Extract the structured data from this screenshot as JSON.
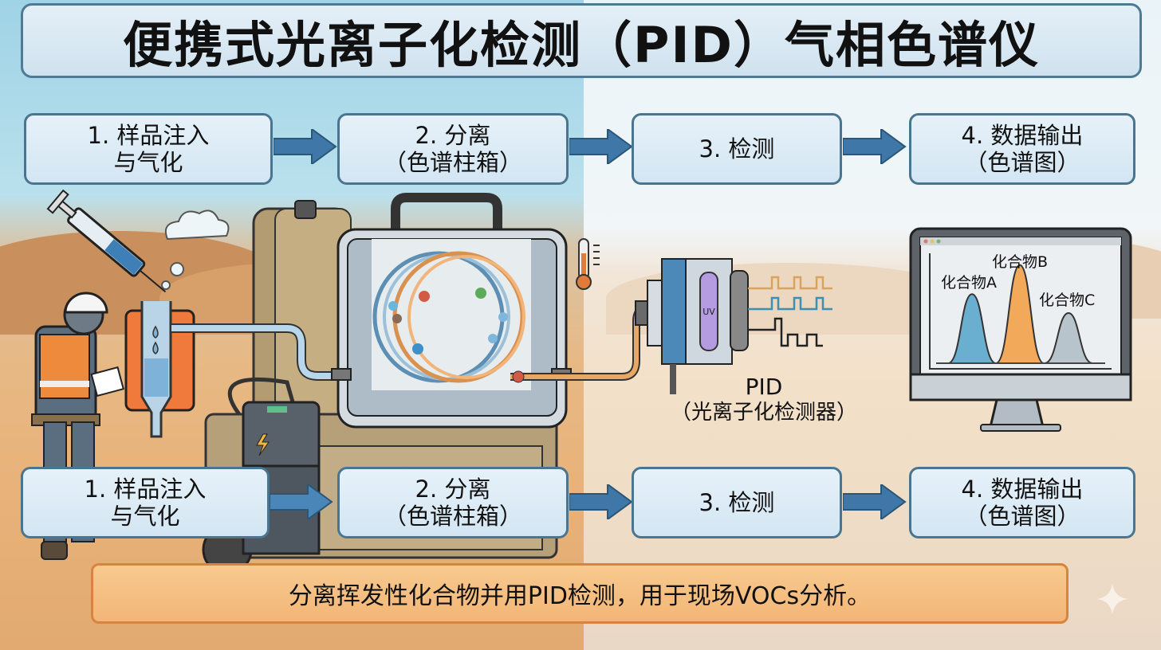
{
  "title": "便携式光离子化检测（PID）气相色谱仪",
  "flow_top": [
    {
      "line1": "1. 样品注入",
      "line2": "与气化"
    },
    {
      "line1": "2. 分离",
      "line2": "（色谱柱箱）"
    },
    {
      "line1": "3. 检测",
      "line2": ""
    },
    {
      "line1": "4. 数据输出",
      "line2": "（色谱图）"
    }
  ],
  "flow_bottom": [
    {
      "line1": "1. 样品注入",
      "line2": "与气化"
    },
    {
      "line1": "2. 分离",
      "line2": "（色谱柱箱）"
    },
    {
      "line1": "3. 检测",
      "line2": ""
    },
    {
      "line1": "4. 数据输出",
      "line2": "（色谱图）"
    }
  ],
  "illustration": {
    "injector": {
      "icon": "syringe-icon",
      "heater_color": "#ef7a3c",
      "vapor_icon": "cloud-icon"
    },
    "oven": {
      "icon": "column-oven-icon",
      "thermometer_icon": "thermometer-icon"
    },
    "battery": {
      "icon": "lightning-icon"
    },
    "detector": {
      "label_line1": "PID",
      "label_line2": "（光离子化检测器）",
      "lamp_text": "UV"
    },
    "monitor": {
      "peaks": [
        {
          "label": "化合物A",
          "color": "#6aaed0",
          "relative_height": 0.62
        },
        {
          "label": "化合物B",
          "color": "#f3a95a",
          "relative_height": 0.88
        },
        {
          "label": "化合物C",
          "color": "#b8c4cc",
          "relative_height": 0.45
        }
      ]
    }
  },
  "summary": "分离挥发性化合物并用PID检测，用于现场VOCs分析。",
  "colors": {
    "box_border": "#4a7590",
    "arrow": "#3f78a8",
    "summary_bg": "#f4bb7c",
    "summary_border": "#d8843f"
  }
}
